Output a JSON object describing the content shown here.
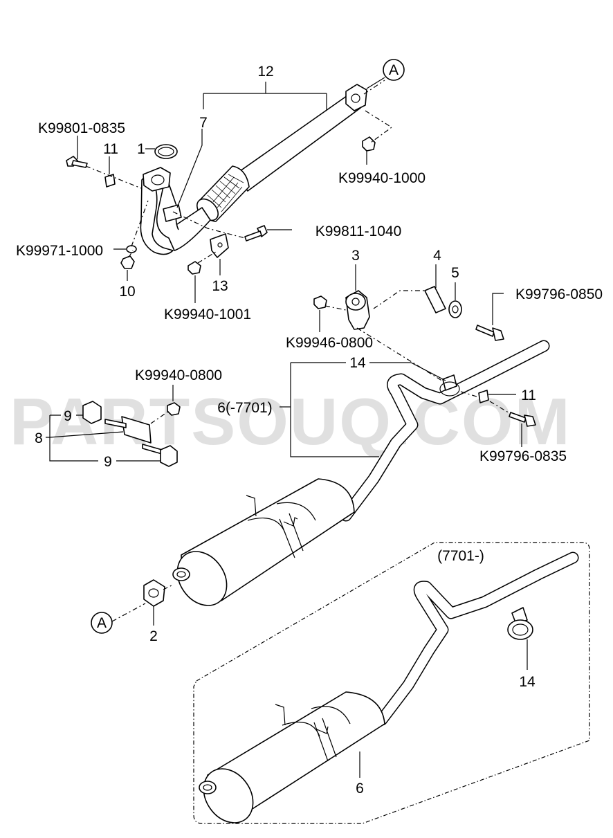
{
  "watermark": "PARTSOUQ.COM",
  "labels": {
    "l12": "12",
    "lA_top": "A",
    "l7": "7",
    "k99801_0835": "K99801-0835",
    "l11_top": "11",
    "l1": "1",
    "k99940_1000": "K99940-1000",
    "k99811_1040": "K99811-1040",
    "k99971_1000": "K99971-1000",
    "l10": "10",
    "l13": "13",
    "k99940_1001": "K99940-1001",
    "l3": "3",
    "l4": "4",
    "l5": "5",
    "k99796_0850": "K99796-0850",
    "k99946_0800": "K99946-0800",
    "l14_top": "14",
    "k99940_0800": "K99940-0800",
    "l6_old": "6(-7701)",
    "l11_right": "11",
    "l9_top": "9",
    "l8": "8",
    "l9_bottom": "9",
    "k99796_0835": "K99796-0835",
    "l7701_new": "(7701-)",
    "lA_bottom": "A",
    "l2": "2",
    "l14_bottom": "14",
    "l6_new": "6"
  }
}
